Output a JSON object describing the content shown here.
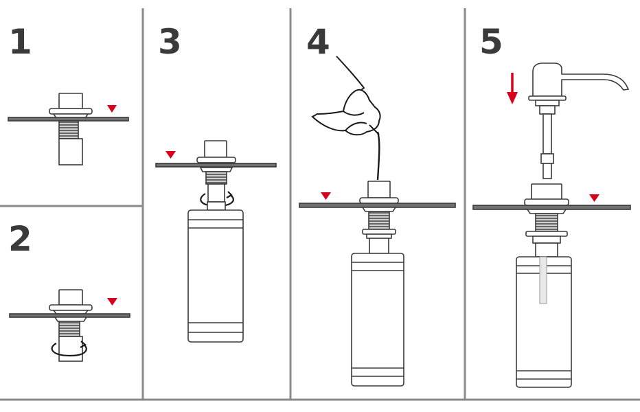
{
  "steps": [
    {
      "number": "1"
    },
    {
      "number": "2"
    },
    {
      "number": "3"
    },
    {
      "number": "4"
    },
    {
      "number": "5"
    }
  ],
  "colors": {
    "line": "#3a3a3a",
    "counter": "#6e6e6e",
    "marker": "#d9001b",
    "divider": "#8a8a8a"
  },
  "icons": [
    "red-triangle-marker-icon",
    "rotate-arrow-icon",
    "down-arrow-icon",
    "hand-icon"
  ]
}
